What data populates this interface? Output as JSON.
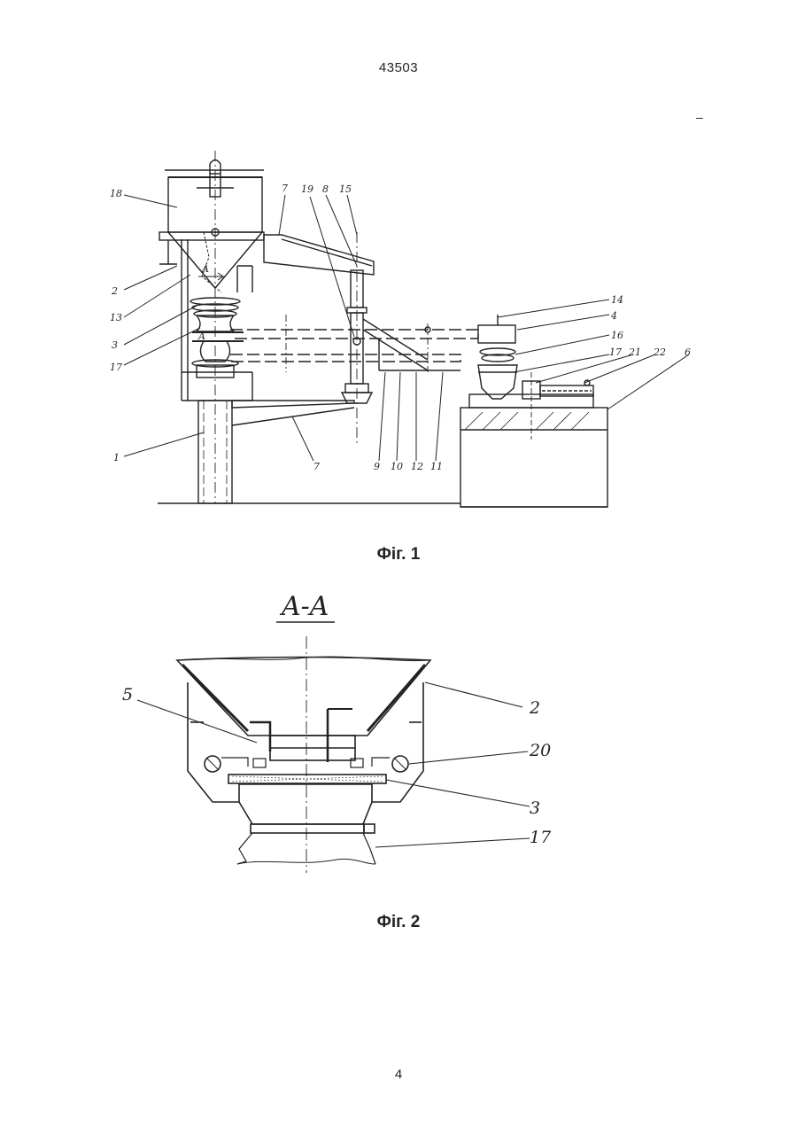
{
  "header": {
    "doc_number": "43503",
    "edge_mark": "–"
  },
  "fig1": {
    "caption": "Фіг. 1",
    "labels": [
      "18",
      "2",
      "13",
      "3",
      "17",
      "1",
      "7",
      "19",
      "8",
      "15",
      "14",
      "4",
      "16",
      "17",
      "21",
      "22",
      "6",
      "7",
      "9",
      "10",
      "12",
      "11"
    ],
    "section_marks": [
      "A",
      "A"
    ]
  },
  "fig2": {
    "caption": "Фіг. 2",
    "section_title": "A-A",
    "labels": [
      "5",
      "2",
      "20",
      "3",
      "17"
    ]
  },
  "footer": {
    "page_number": "4"
  }
}
